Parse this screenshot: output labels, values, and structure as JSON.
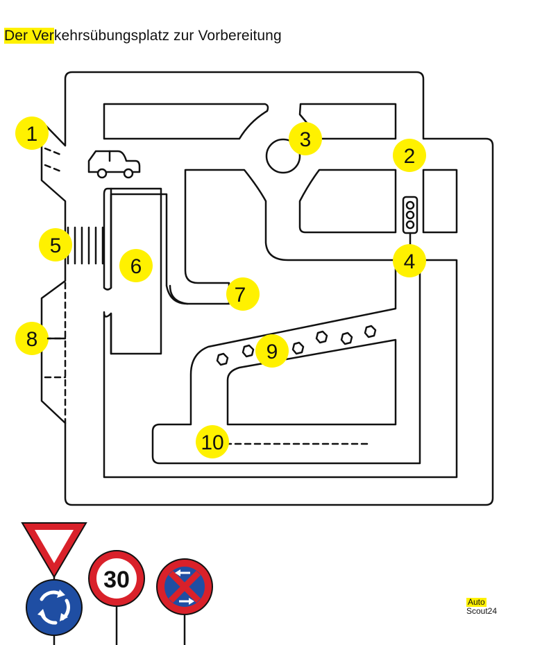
{
  "title": {
    "highlight": "Der Ver",
    "rest": "kehrsübungsplatz zur Vorbereitung"
  },
  "markers": [
    "1",
    "2",
    "3",
    "4",
    "5",
    "6",
    "7",
    "8",
    "9",
    "10"
  ],
  "signs": {
    "speed_limit": "30"
  },
  "logo": {
    "top": "Auto",
    "bottom": "Scout24"
  },
  "colors": {
    "accent": "#fff100",
    "line": "#111111",
    "sign_red": "#d9212a",
    "sign_blue": "#1f4ea3"
  },
  "icons": [
    "car-icon",
    "traffic-light-icon",
    "yield-sign-icon",
    "roundabout-sign-icon",
    "speed-limit-sign-icon",
    "no-stopping-sign-icon"
  ]
}
